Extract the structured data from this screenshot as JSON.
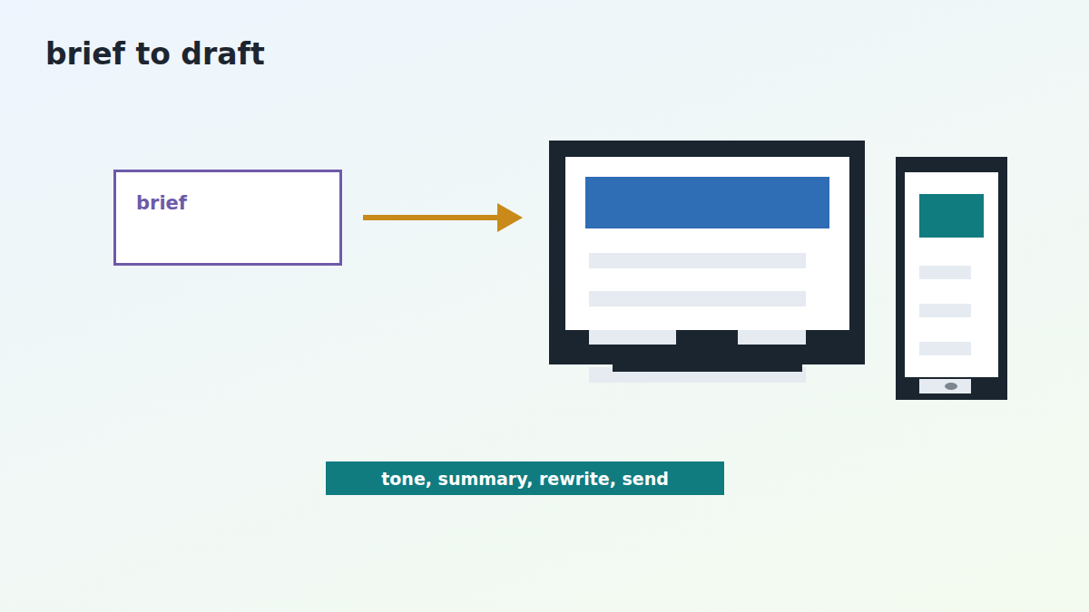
{
  "diagram": {
    "title": "brief to draft",
    "nodes": [
      {
        "text": [
          "brief"
        ]
      },
      {
        "text": [
          "tone, summary, rewrite, send"
        ]
      }
    ]
  }
}
